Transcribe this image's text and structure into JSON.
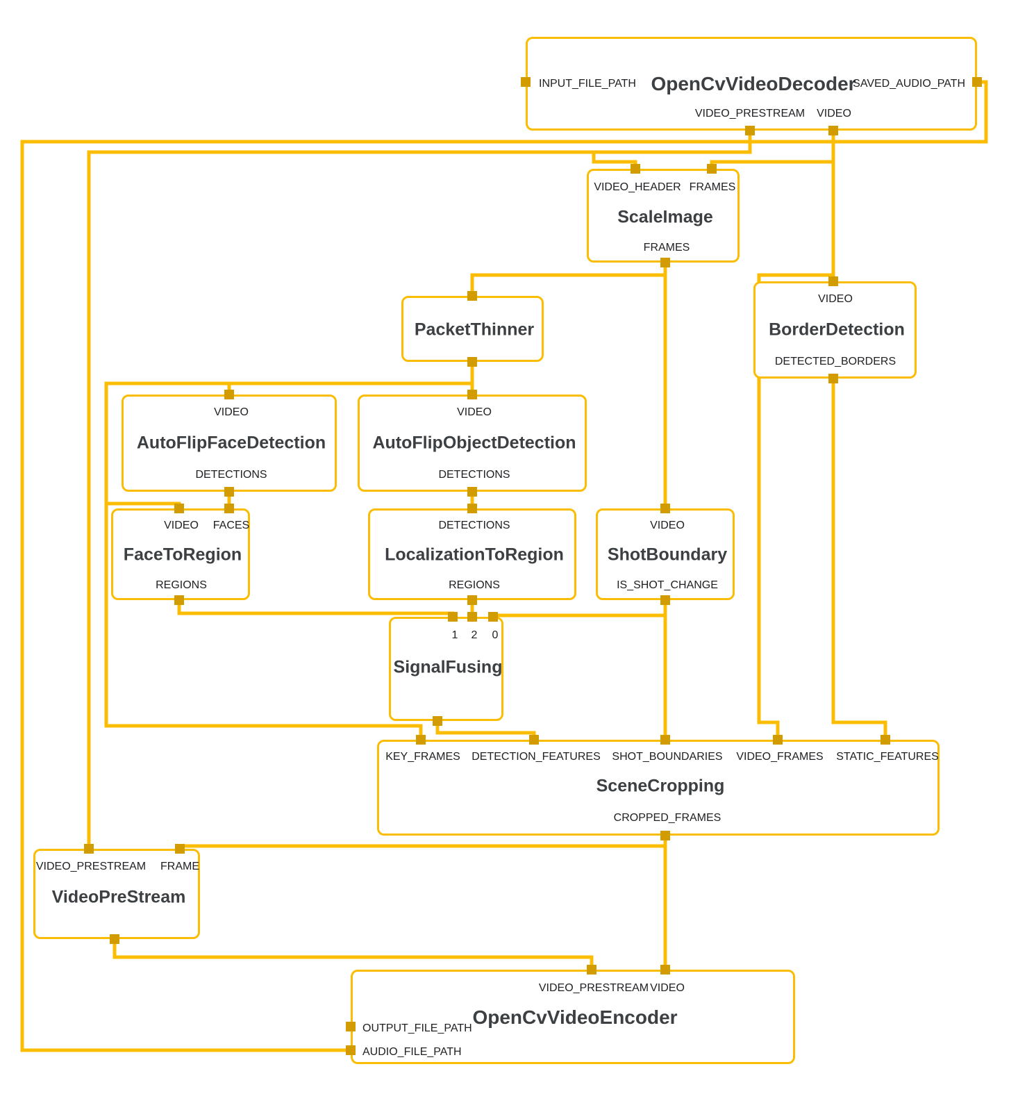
{
  "app": {
    "title": "MediaPipe AutoFlip graph visualization",
    "colors": {
      "wire": "#FBBC04",
      "port_square": "#D29B00",
      "node_border": "#FBBC04",
      "title_text": "#3C4043",
      "label_text": "#202124",
      "background": "#FFFFFF"
    }
  },
  "nodes": {
    "open_cv_video_decoder": {
      "title": "OpenCvVideoDecoder",
      "ports": {
        "input_file_path": "INPUT_FILE_PATH",
        "saved_audio_path": "SAVED_AUDIO_PATH",
        "video_prestream": "VIDEO_PRESTREAM",
        "video": "VIDEO"
      }
    },
    "scale_image": {
      "title": "ScaleImage",
      "ports": {
        "video_header": "VIDEO_HEADER",
        "frames_in": "FRAMES",
        "frames_out": "FRAMES"
      }
    },
    "packet_thinner": {
      "title": "PacketThinner",
      "ports": {}
    },
    "border_detection": {
      "title": "BorderDetection",
      "ports": {
        "video": "VIDEO",
        "detected_borders": "DETECTED_BORDERS"
      }
    },
    "auto_flip_face_detection": {
      "title": "AutoFlipFaceDetection",
      "ports": {
        "video": "VIDEO",
        "detections": "DETECTIONS"
      }
    },
    "auto_flip_object_detection": {
      "title": "AutoFlipObjectDetection",
      "ports": {
        "video": "VIDEO",
        "detections": "DETECTIONS"
      }
    },
    "face_to_region": {
      "title": "FaceToRegion",
      "ports": {
        "video": "VIDEO",
        "faces": "FACES",
        "regions": "REGIONS"
      }
    },
    "localization_to_region": {
      "title": "LocalizationToRegion",
      "ports": {
        "detections": "DETECTIONS",
        "regions": "REGIONS"
      }
    },
    "shot_boundary": {
      "title": "ShotBoundary",
      "ports": {
        "video": "VIDEO",
        "is_shot_change": "IS_SHOT_CHANGE"
      }
    },
    "signal_fusing": {
      "title": "SignalFusing",
      "ports": {
        "in1": "1",
        "in2": "2",
        "in0": "0"
      }
    },
    "scene_cropping": {
      "title": "SceneCropping",
      "ports": {
        "key_frames": "KEY_FRAMES",
        "detection_features": "DETECTION_FEATURES",
        "shot_boundaries": "SHOT_BOUNDARIES",
        "video_frames": "VIDEO_FRAMES",
        "static_features": "STATIC_FEATURES",
        "cropped_frames": "CROPPED_FRAMES"
      }
    },
    "video_pre_stream": {
      "title": "VideoPreStream",
      "ports": {
        "video_prestream": "VIDEO_PRESTREAM",
        "frame": "FRAME"
      }
    },
    "open_cv_video_encoder": {
      "title": "OpenCvVideoEncoder",
      "ports": {
        "video_prestream": "VIDEO_PRESTREAM",
        "video": "VIDEO",
        "output_file_path": "OUTPUT_FILE_PATH",
        "audio_file_path": "AUDIO_FILE_PATH"
      }
    }
  }
}
